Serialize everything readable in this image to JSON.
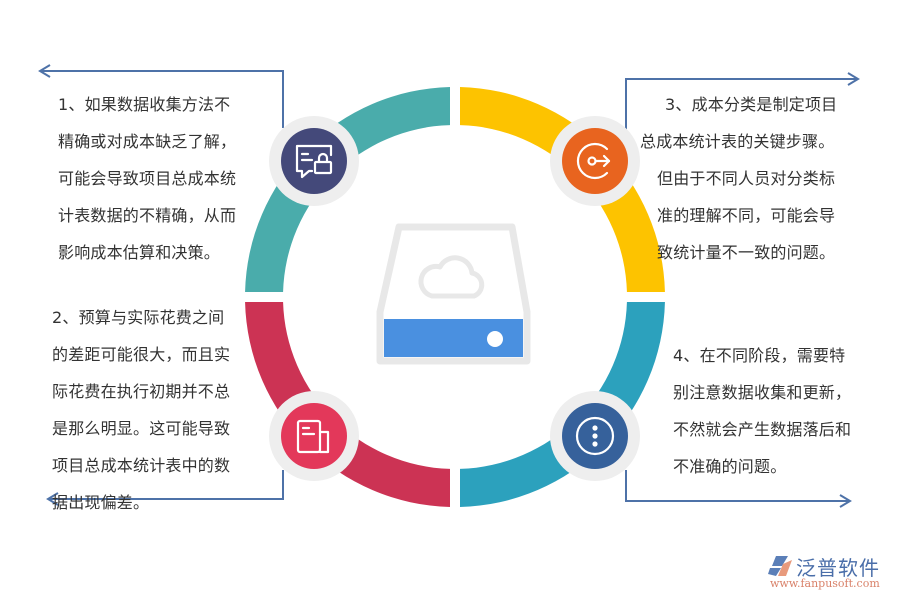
{
  "colors": {
    "teal": "#4aacab",
    "yellow": "#fdc300",
    "crimson": "#cc3354",
    "cyan_blue": "#2ca1bd",
    "icon_navy": "#44497a",
    "icon_orange": "#e8641f",
    "icon_red": "#e3385a",
    "icon_blue": "#36619b",
    "icon_ring": "#eeeeee",
    "connector": "#4e72a8",
    "drive_outline": "#e6e6e6",
    "drive_panel": "#4a90e0"
  },
  "center_icon": {
    "name": "cloud-storage-drive-icon"
  },
  "items": [
    {
      "id": 1,
      "icon": "chat-lock-icon",
      "lines": [
        "1、如果数据收集方法不",
        "精确或对成本缺乏了解，",
        "可能会导致项目总成本统",
        "计表数据的不精确，从而",
        "影响成本估算和决策。"
      ]
    },
    {
      "id": 2,
      "icon": "document-icon",
      "lines": [
        "2、预算与实际花费之间",
        "的差距可能很大，而且实",
        "际花费在执行初期并不总",
        "是那么明显。这可能导致",
        "项目总成本统计表中的数",
        "据出现偏差。"
      ]
    },
    {
      "id": 3,
      "icon": "login-arrow-icon",
      "lines": [
        "3、成本分类是制定项目",
        "总成本统计表的关键步骤。",
        "但由于不同人员对分类标",
        "准的理解不同，可能会导",
        "致统计量不一致的问题。"
      ]
    },
    {
      "id": 4,
      "icon": "more-vertical-icon",
      "lines": [
        "4、在不同阶段，需要特",
        "别注意数据收集和更新，",
        "不然就会产生数据落后和",
        "不准确的问题。"
      ]
    }
  ],
  "logo": {
    "name": "泛普软件",
    "url": "www.fanpusoft.com"
  }
}
